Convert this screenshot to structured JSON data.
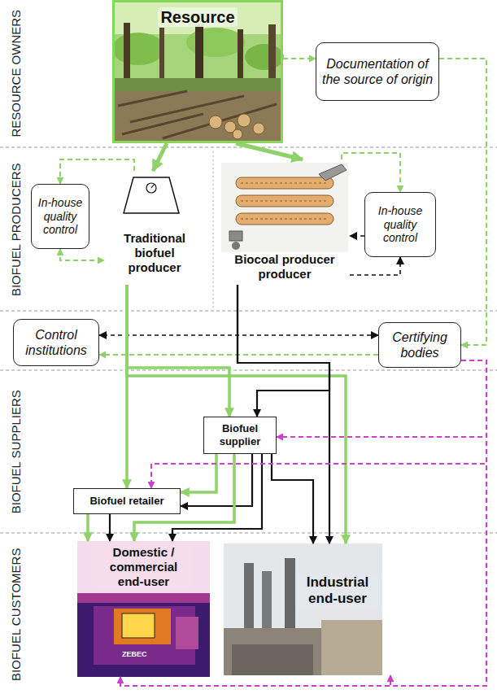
{
  "diagram": {
    "nodes": [
      {
        "text": [
          "Resource"
        ]
      },
      {
        "text": [
          "Documentation of the source of origin"
        ]
      },
      {
        "text": [
          "In-house quality control"
        ]
      },
      {
        "text": [
          "Traditional biofuel producer"
        ]
      },
      {
        "text": [
          "Biocoal producer producer"
        ]
      },
      {
        "text": [
          "In-house quality control"
        ]
      },
      {
        "text": [
          "Control institutions"
        ]
      },
      {
        "text": [
          "Certifying bodies"
        ]
      },
      {
        "text": [
          "Biofuel supplier"
        ]
      },
      {
        "text": [
          "Biofuel retailer"
        ]
      },
      {
        "text": [
          "Domestic / commercial end-user"
        ]
      },
      {
        "text": [
          "Industrial end-user"
        ]
      }
    ],
    "edges": [
      {
        "from": 0,
        "to": 3,
        "arrow": "to"
      },
      {
        "from": 0,
        "to": 4,
        "arrow": "to"
      },
      {
        "from": 0,
        "to": 1,
        "arrow": "to"
      },
      {
        "from": 1,
        "to": 7,
        "arrow": "to"
      },
      {
        "from": 7,
        "to": 6,
        "arrow": "both"
      },
      {
        "from": 7,
        "to": 6,
        "arrow": "to"
      },
      {
        "from": 3,
        "to": 2,
        "arrow": "to"
      },
      {
        "from": 2,
        "to": 3,
        "arrow": "both"
      },
      {
        "from": 4,
        "to": 5,
        "arrow": "to"
      },
      {
        "from": 5,
        "to": 4,
        "arrow": "to"
      },
      {
        "from": 4,
        "to": 5,
        "arrow": "to"
      },
      {
        "from": 3,
        "to": 9,
        "arrow": "to"
      },
      {
        "from": 3,
        "to": 8,
        "arrow": "to"
      },
      {
        "from": 3,
        "to": 11,
        "arrow": "to"
      },
      {
        "from": 4,
        "to": 8,
        "arrow": "to"
      },
      {
        "from": 4,
        "to": 11,
        "arrow": "to"
      },
      {
        "from": 8,
        "to": 9,
        "arrow": "to"
      },
      {
        "from": 8,
        "to": 9,
        "arrow": "to"
      },
      {
        "from": 8,
        "to": 10,
        "arrow": "to"
      },
      {
        "from": 8,
        "to": 10,
        "arrow": "to"
      },
      {
        "from": 8,
        "to": 11,
        "arrow": "to"
      },
      {
        "from": 9,
        "to": 10,
        "arrow": "to"
      },
      {
        "from": 9,
        "to": 10,
        "arrow": "to"
      },
      {
        "from": 7,
        "to": 8,
        "arrow": "to"
      },
      {
        "from": 7,
        "to": 9,
        "arrow": "to"
      },
      {
        "from": 7,
        "to": 11,
        "arrow": "to"
      },
      {
        "from": 7,
        "to": 10,
        "arrow": "to"
      }
    ],
    "labels": [
      "RESOURCE OWNERS",
      "BIOFUEL PRODUCERS",
      "BIOFUEL SUPPLIERS",
      "BIOFUEL CUSTOMERS",
      "ZEBEC"
    ]
  }
}
